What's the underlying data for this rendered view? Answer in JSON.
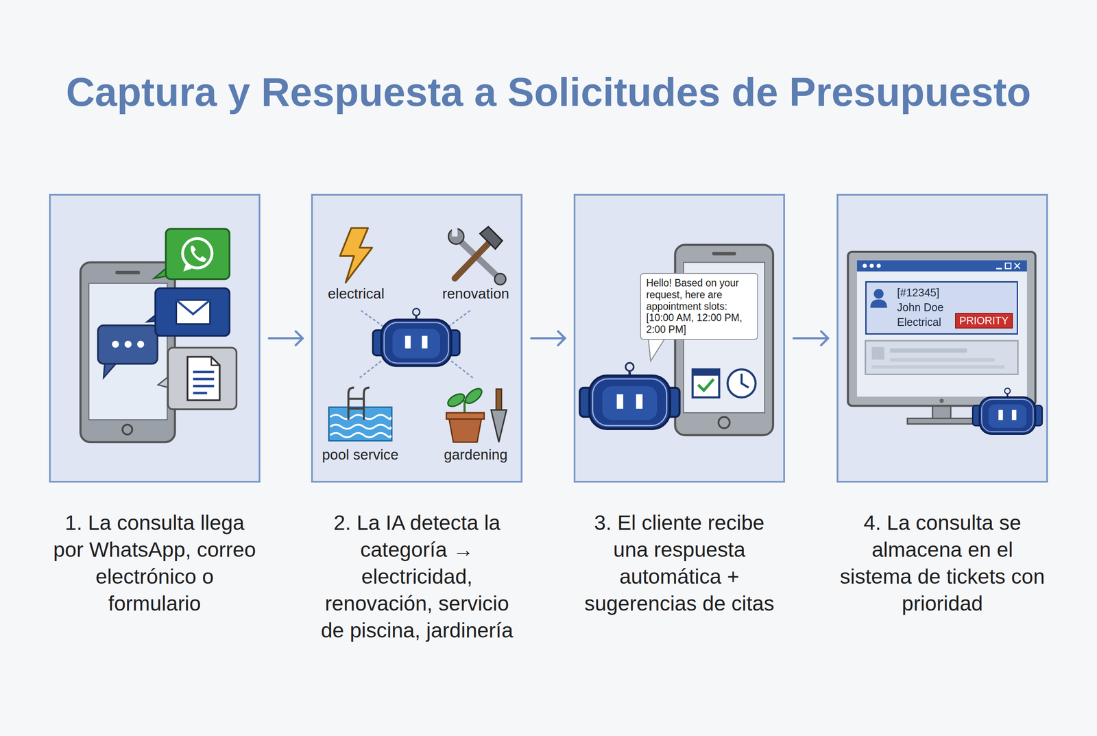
{
  "diagram": {
    "title": "Captura y Respuesta a Solicitudes de Presupuesto",
    "nodes": [
      {
        "text": [
          "1. La consulta llega por WhatsApp, correo electrónico o formulario"
        ]
      },
      {
        "text": [
          "2. La IA detecta la categoría → electricidad, renovación, servicio de piscina, jardinería"
        ]
      },
      {
        "text": [
          "3. El cliente recibe una respuesta automática + sugerencias de citas"
        ]
      },
      {
        "text": [
          "Hello! Based on your request, here are appointment slots: [10:00 AM, 12:00 PM, 2:00 PM]"
        ],
        "in": 2
      },
      {
        "text": [
          "4. La consulta se almacena en el sistema de tickets con prioridad"
        ]
      },
      {
        "text": [
          "[#12345]",
          "John Doe",
          "Electrical"
        ],
        "in": 4
      },
      {
        "text": [
          "PRIORITY"
        ],
        "in": 5
      }
    ],
    "edges": [
      {
        "from": 0,
        "to": 1,
        "arrow": "to"
      },
      {
        "from": 1,
        "to": 2,
        "arrow": "to"
      },
      {
        "from": 2,
        "to": 4,
        "arrow": "to"
      }
    ],
    "labels": [
      "electrical",
      "renovation",
      "pool service",
      "gardening"
    ]
  }
}
